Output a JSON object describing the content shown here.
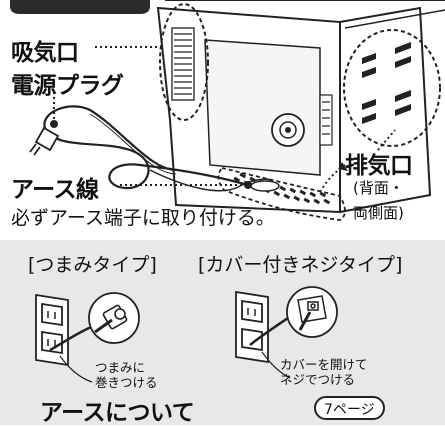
{
  "labels": {
    "intake": "吸気口",
    "power_plug": "電源プラグ",
    "earth_wire": "アース線",
    "earth_note": "必ずアース端子に取り付ける。",
    "exhaust": "排気口",
    "exhaust_detail_1": "(背面・",
    "exhaust_detail_2": "両側面)"
  },
  "types": {
    "knob_title": "[つまみタイプ]",
    "knob_caption_1": "つまみに",
    "knob_caption_2": "巻きつける",
    "cover_title": "[カバー付きネジタイプ]",
    "cover_caption_1": "カバーを開けて",
    "cover_caption_2": "ネジでつける"
  },
  "earth_section": {
    "title": "アースについて",
    "page_ref": "7ページ"
  },
  "colors": {
    "panel_bg": "#e8e8e8",
    "ink": "#111111"
  }
}
